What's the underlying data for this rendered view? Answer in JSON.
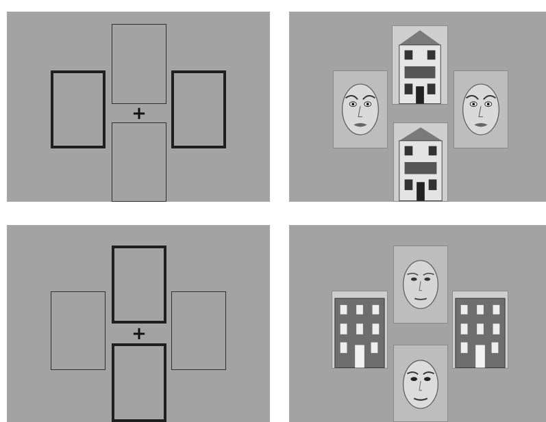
{
  "fixation_symbol": "+",
  "panels": [
    {
      "role": "cue-display",
      "highlighted_placeholders": [
        "left",
        "right"
      ]
    },
    {
      "role": "stimulus-display",
      "left": "fearful-face",
      "right": "fearful-face",
      "top": "house",
      "bottom": "house"
    },
    {
      "role": "cue-display",
      "highlighted_placeholders": [
        "top",
        "bottom"
      ]
    },
    {
      "role": "stimulus-display",
      "left": "house",
      "right": "house",
      "top": "face",
      "bottom": "face"
    }
  ],
  "icons": {
    "face": "face-icon",
    "house": "house-icon"
  }
}
